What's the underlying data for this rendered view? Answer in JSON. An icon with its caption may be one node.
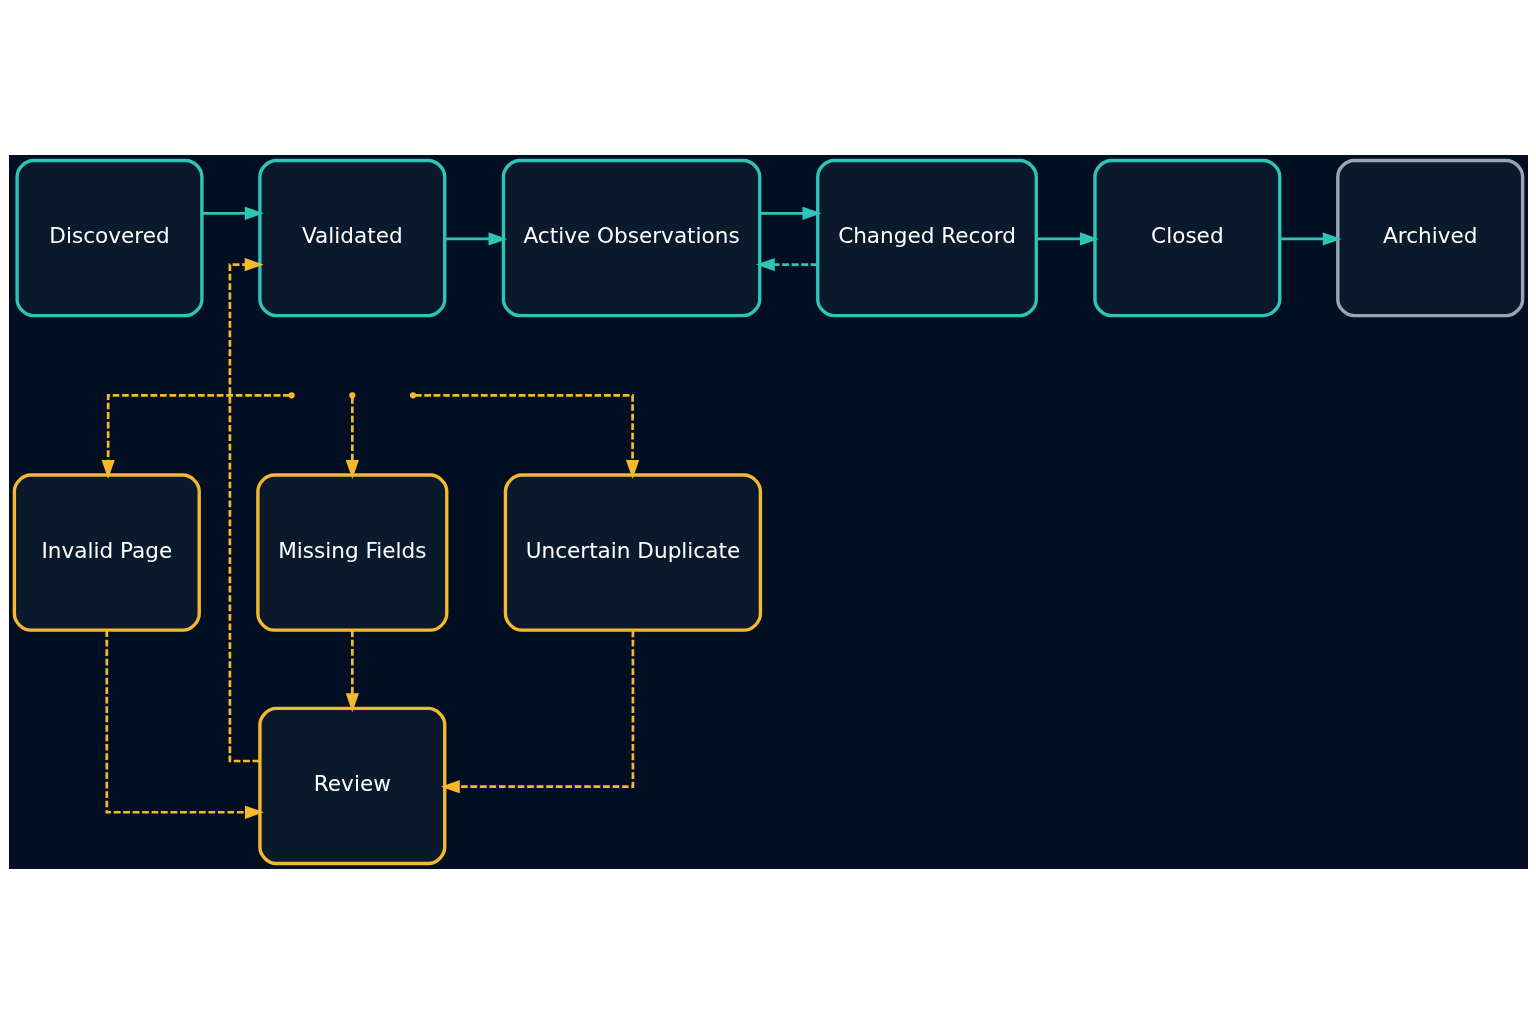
{
  "diagram": {
    "nodes": [
      {
        "text": [
          "Discovered"
        ]
      },
      {
        "text": [
          "Validated"
        ]
      },
      {
        "text": [
          "Active Observations"
        ]
      },
      {
        "text": [
          "Changed Record"
        ]
      },
      {
        "text": [
          "Closed"
        ]
      },
      {
        "text": [
          "Archived"
        ]
      },
      {
        "text": [
          "Invalid Page"
        ]
      },
      {
        "text": [
          "Missing Fields"
        ]
      },
      {
        "text": [
          "Uncertain Duplicate"
        ]
      },
      {
        "text": [
          "Review"
        ]
      }
    ],
    "edges": [
      {
        "from": 0,
        "to": 1,
        "arrow": "to",
        "color": "#2ec4b6"
      },
      {
        "from": 1,
        "to": 2,
        "arrow": "to",
        "color": "#2ec4b6"
      },
      {
        "from": 2,
        "to": 3,
        "arrow": "to",
        "color": "#2ec4b6"
      },
      {
        "from": 3,
        "to": 4,
        "arrow": "to",
        "color": "#2ec4b6"
      },
      {
        "from": 4,
        "to": 5,
        "arrow": "to",
        "color": "#2ec4b6"
      },
      {
        "from": 3,
        "to": 2,
        "arrow": "to",
        "style": "dashed",
        "color": "#2ec4b6"
      },
      {
        "from": null,
        "to": 6,
        "arrow": "to",
        "style": "dashed",
        "color": "#f5b82e"
      },
      {
        "from": null,
        "to": 7,
        "arrow": "to",
        "style": "dashed",
        "color": "#f5b82e"
      },
      {
        "from": null,
        "to": 8,
        "arrow": "to",
        "style": "dashed",
        "color": "#f5b82e"
      },
      {
        "from": 6,
        "to": 9,
        "arrow": "to",
        "style": "dashed",
        "color": "#f5b82e"
      },
      {
        "from": 7,
        "to": 9,
        "arrow": "to",
        "style": "dashed",
        "color": "#f5b82e"
      },
      {
        "from": 8,
        "to": 9,
        "arrow": "to",
        "style": "dashed",
        "color": "#f5b82e"
      },
      {
        "from": 9,
        "to": 1,
        "arrow": "to",
        "style": "dashed",
        "color": "#f5b82e"
      }
    ]
  }
}
